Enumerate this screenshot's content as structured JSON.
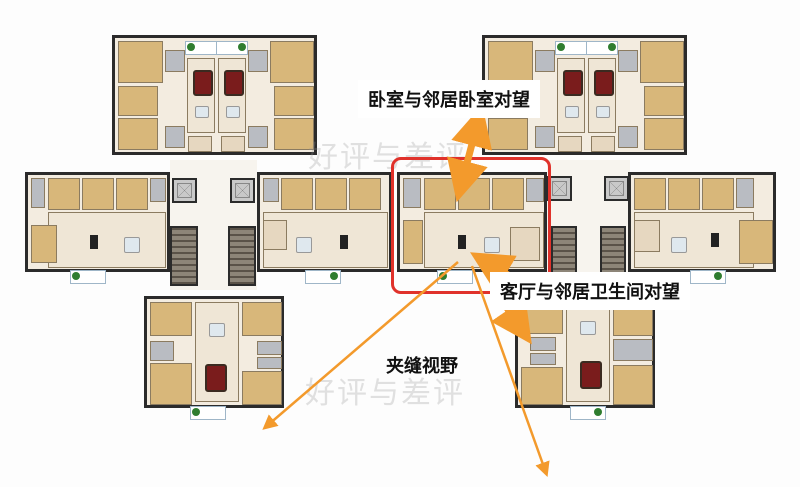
{
  "diagram": {
    "type": "residential floor plan (tower layout, 8 units)",
    "annotations": {
      "bedroom_facing": "卧室与邻居卧室对望",
      "living_facing_bathroom": "客厅与邻居卫生间对望",
      "gap_view": "夹缝视野"
    },
    "watermarks": [
      "好评与差评",
      "好评与差评"
    ],
    "colors": {
      "arrow": "#f39a2c",
      "highlight_box": "#e0322b",
      "bedroom": "#d8b77a",
      "bathroom": "#b9bcc2",
      "living": "#efe6d6",
      "wall": "#2b2b2b",
      "background": "#ffffff"
    },
    "wings": [
      {
        "name": "north-west",
        "units": 2
      },
      {
        "name": "north-east",
        "units": 2
      },
      {
        "name": "west-center",
        "units": 2
      },
      {
        "name": "east-center",
        "units": 2
      },
      {
        "name": "south-west",
        "units": 1
      },
      {
        "name": "south-east",
        "units": 1
      }
    ]
  }
}
